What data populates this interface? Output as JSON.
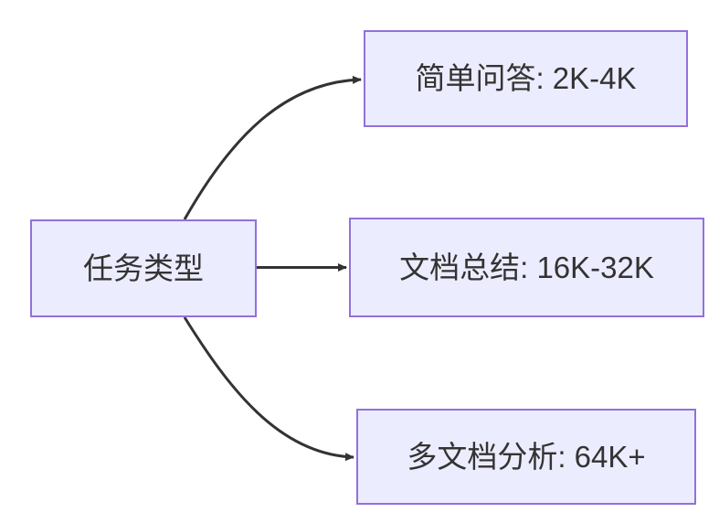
{
  "diagram": {
    "type": "flowchart",
    "direction": "left-to-right",
    "root": {
      "label": "任务类型"
    },
    "children": [
      {
        "label": "简单问答: 2K-4K"
      },
      {
        "label": "文档总结: 16K-32K"
      },
      {
        "label": "多文档分析: 64K+"
      }
    ],
    "edges": [
      {
        "from": "任务类型",
        "to": "简单问答: 2K-4K"
      },
      {
        "from": "任务类型",
        "to": "文档总结: 16K-32K"
      },
      {
        "from": "任务类型",
        "to": "多文档分析: 64K+"
      }
    ],
    "colors": {
      "node_fill": "#ECECFF",
      "node_border": "#9370DB",
      "edge": "#333333",
      "text": "#333333",
      "background": "#FFFFFF"
    }
  }
}
